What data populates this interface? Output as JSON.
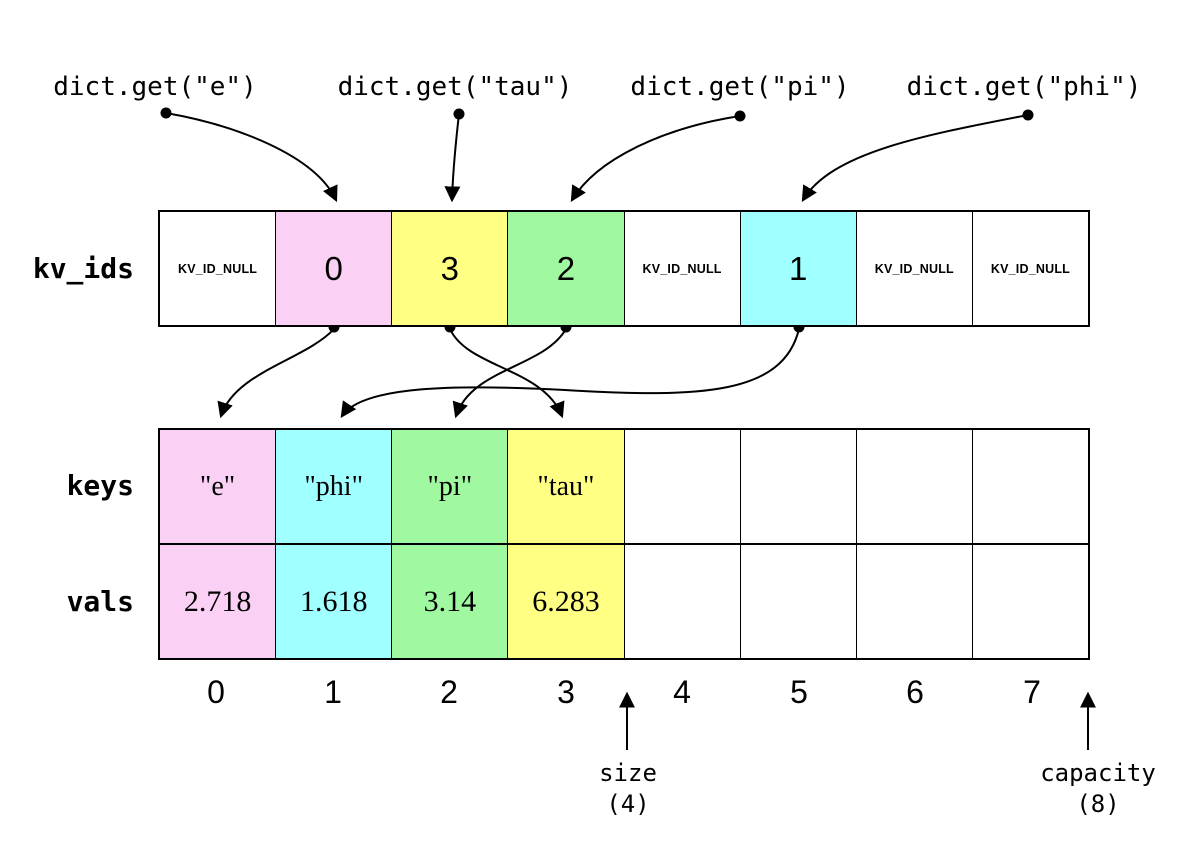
{
  "calls": [
    {
      "label": "dict.get(\"e\")"
    },
    {
      "label": "dict.get(\"tau\")"
    },
    {
      "label": "dict.get(\"pi\")"
    },
    {
      "label": "dict.get(\"phi\")"
    }
  ],
  "kv_ids": {
    "label": "kv_ids",
    "cells": [
      {
        "value": "KV_ID_NULL",
        "color": "white"
      },
      {
        "value": "0",
        "color": "pink"
      },
      {
        "value": "3",
        "color": "yellow"
      },
      {
        "value": "2",
        "color": "green"
      },
      {
        "value": "KV_ID_NULL",
        "color": "white"
      },
      {
        "value": "1",
        "color": "cyan"
      },
      {
        "value": "KV_ID_NULL",
        "color": "white"
      },
      {
        "value": "KV_ID_NULL",
        "color": "white"
      }
    ]
  },
  "keys": {
    "label": "keys",
    "cells": [
      {
        "value": "\"e\"",
        "color": "pink"
      },
      {
        "value": "\"phi\"",
        "color": "cyan"
      },
      {
        "value": "\"pi\"",
        "color": "green"
      },
      {
        "value": "\"tau\"",
        "color": "yellow"
      },
      {
        "value": "",
        "color": "white"
      },
      {
        "value": "",
        "color": "white"
      },
      {
        "value": "",
        "color": "white"
      },
      {
        "value": "",
        "color": "white"
      }
    ]
  },
  "vals": {
    "label": "vals",
    "cells": [
      {
        "value": "2.718",
        "color": "pink"
      },
      {
        "value": "1.618",
        "color": "cyan"
      },
      {
        "value": "3.14",
        "color": "green"
      },
      {
        "value": "6.283",
        "color": "yellow"
      },
      {
        "value": "",
        "color": "white"
      },
      {
        "value": "",
        "color": "white"
      },
      {
        "value": "",
        "color": "white"
      },
      {
        "value": "",
        "color": "white"
      }
    ]
  },
  "indices": [
    "0",
    "1",
    "2",
    "3",
    "4",
    "5",
    "6",
    "7"
  ],
  "size_marker": {
    "label": "size",
    "value": "(4)"
  },
  "capacity_marker": {
    "label": "capacity",
    "value": "(8)"
  },
  "palette": {
    "pink": "#FAD0F4",
    "yellow": "#FFFF84",
    "green": "#A0F8A0",
    "cyan": "#A0FFFF",
    "white": "#FFFFFF",
    "line": "#000000"
  }
}
